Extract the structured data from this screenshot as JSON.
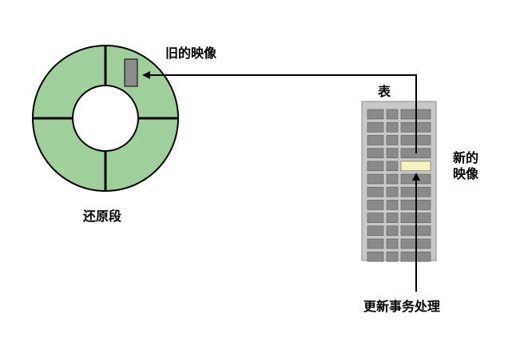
{
  "labels": {
    "old_image": "旧的映像",
    "table": "表",
    "new_image_line1": "新的",
    "new_image_line2": "映像",
    "rollback_segment": "还原段",
    "update_transaction": "更新事务处理"
  },
  "colors": {
    "ring_fill": "#9fcf9a",
    "ring_stroke": "#000000",
    "table_bg": "#c8c8c8",
    "cell_fill": "#8a8a8a",
    "new_image_cell": "#f7f2c0",
    "old_image_block": "#8c8c8c",
    "arrow": "#000000"
  },
  "table": {
    "rows": 12,
    "cols": 3,
    "highlight_row": 4,
    "highlight_cols": [
      1,
      2
    ]
  }
}
